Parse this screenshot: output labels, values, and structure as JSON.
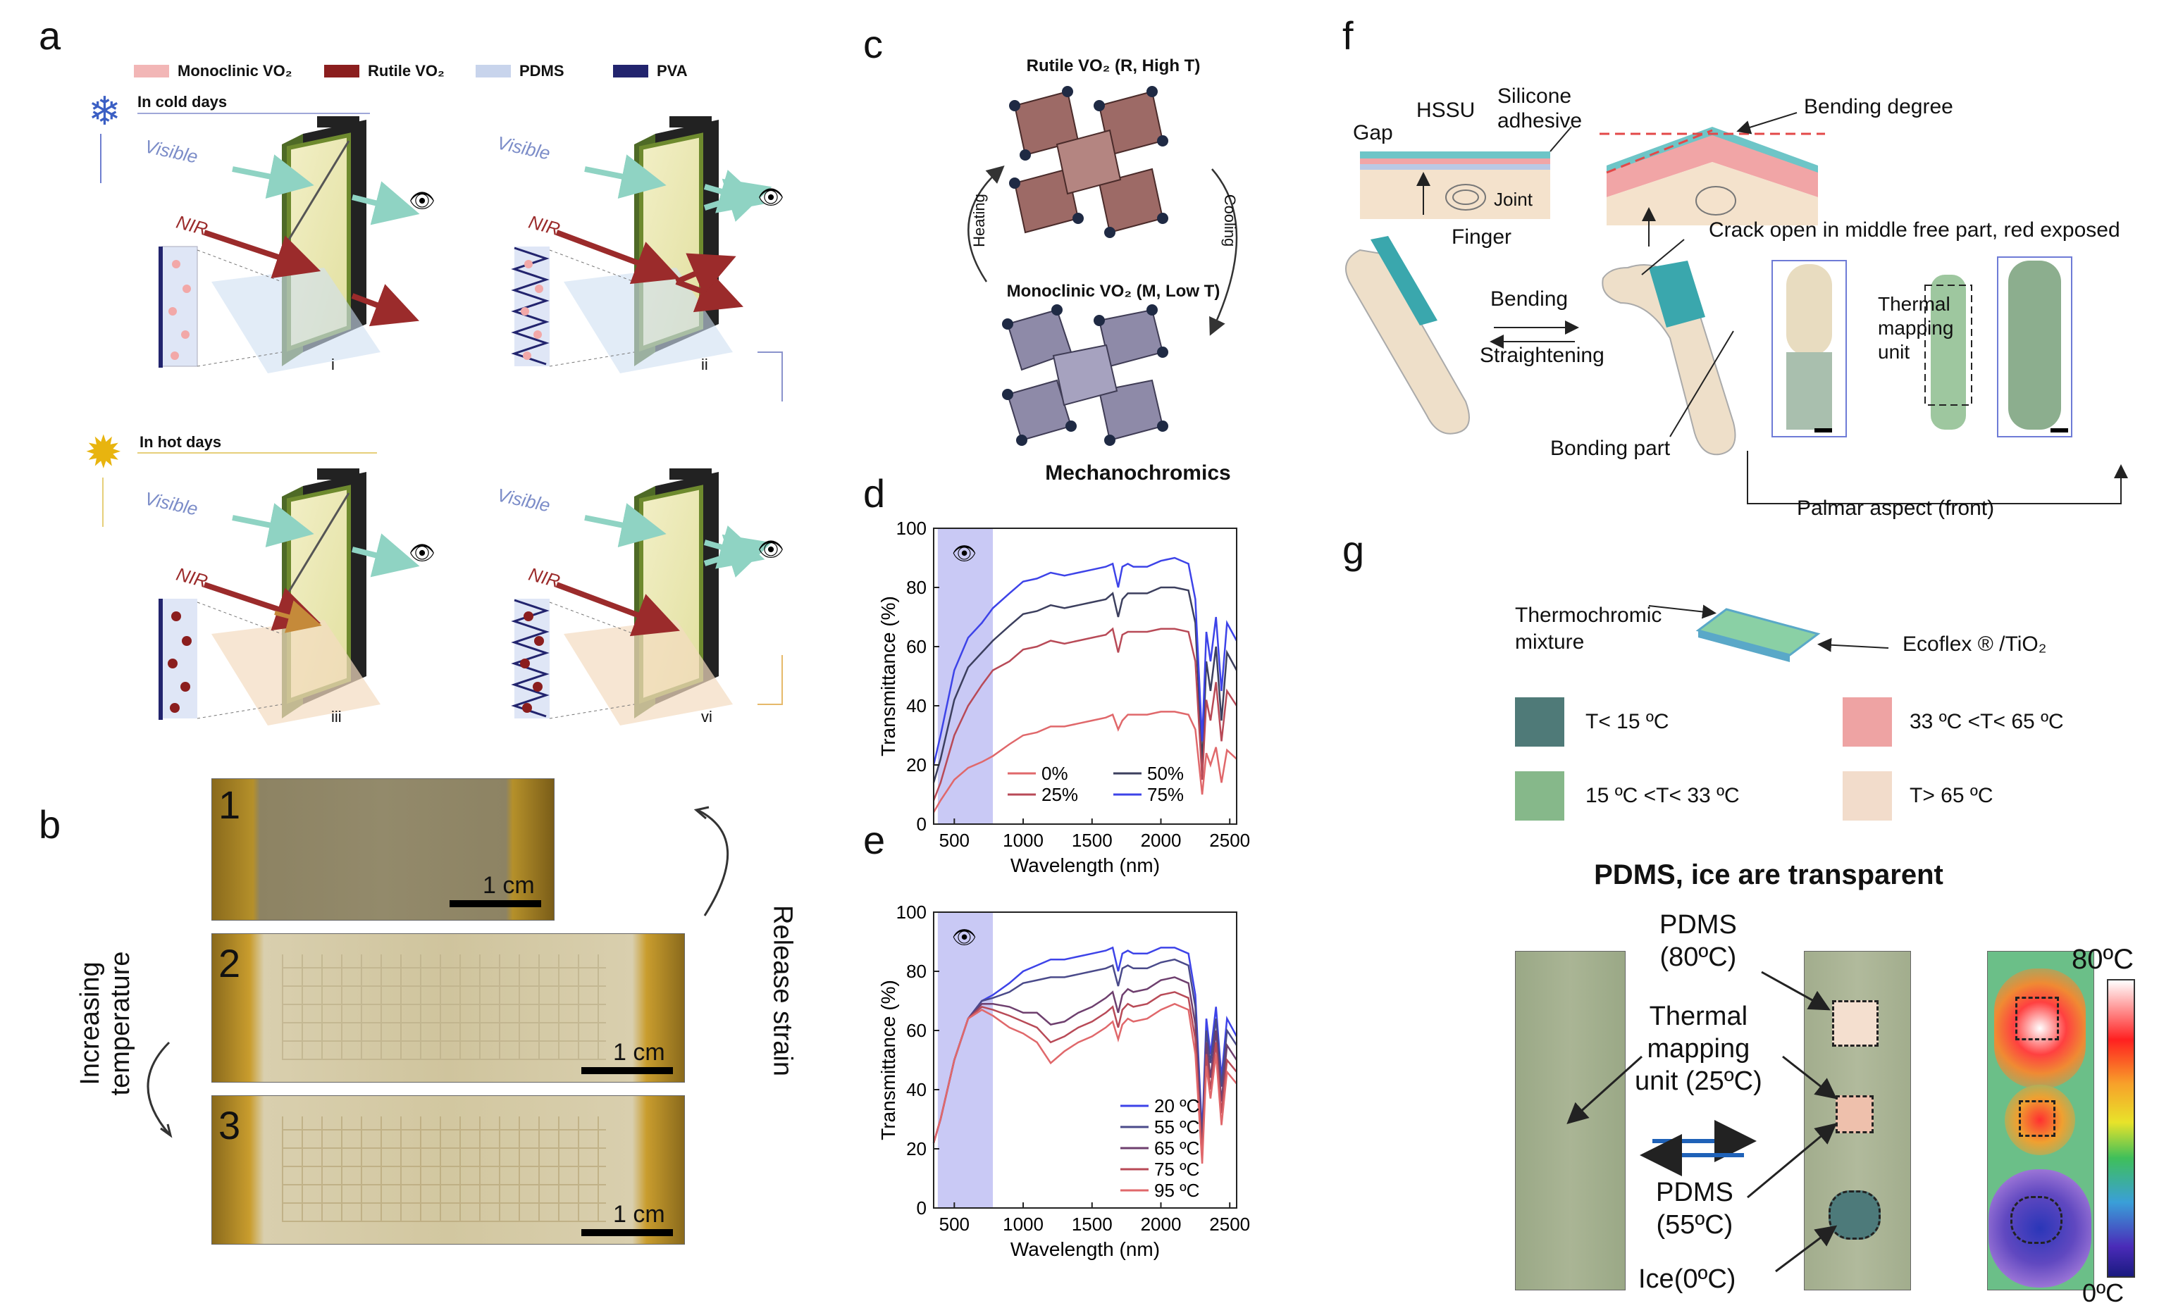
{
  "panels": {
    "a": "a",
    "b": "b",
    "c": "c",
    "d": "d",
    "e": "e",
    "f": "f",
    "g": "g"
  },
  "panel_a": {
    "legend": [
      "Monoclinic VO₂",
      "Rutile VO₂",
      "PDMS",
      "PVA"
    ],
    "legend_colors": [
      "#f2b6b6",
      "#8b1e1e",
      "#c8d4ec",
      "#22246e"
    ],
    "cold_label": "In cold days",
    "hot_label": "In hot days",
    "visible": "Visible",
    "nir": "NIR",
    "romans": [
      "i",
      "ii",
      "iii",
      "vi"
    ]
  },
  "panel_b": {
    "numbers": [
      "1",
      "2",
      "3"
    ],
    "scale": "1 cm",
    "left_label": "Increasing temperature",
    "right_label": "Release strain"
  },
  "panel_c": {
    "top_label": "Rutile VO₂ (R, High T)",
    "bottom_label": "Monoclinic VO₂ (M, Low T)",
    "heating": "Heating",
    "cooling": "Cooling",
    "caption": "Mechanochromics"
  },
  "chart_data": [
    {
      "type": "line",
      "panel": "d",
      "xlabel": "Wavelength (nm)",
      "ylabel": "Transmittance (%)",
      "xlim": [
        350,
        2550
      ],
      "ylim": [
        0,
        100
      ],
      "xticks": [
        500,
        1000,
        1500,
        2000,
        2500
      ],
      "yticks": [
        0,
        20,
        40,
        60,
        80,
        100
      ],
      "shaded_region": [
        380,
        780
      ],
      "legend_position": "bottom-left",
      "x": [
        350,
        400,
        500,
        600,
        700,
        780,
        900,
        1000,
        1100,
        1200,
        1300,
        1400,
        1500,
        1600,
        1650,
        1690,
        1720,
        1760,
        1800,
        1900,
        2000,
        2100,
        2200,
        2250,
        2300,
        2330,
        2360,
        2400,
        2440,
        2480,
        2550
      ],
      "series": [
        {
          "name": "0%",
          "color": "#e0686b",
          "values": [
            4,
            8,
            15,
            19,
            21,
            23,
            27,
            30,
            31,
            33,
            33,
            34,
            35,
            36,
            37,
            32,
            35,
            37,
            37,
            37,
            38,
            38,
            37,
            32,
            10,
            24,
            20,
            26,
            14,
            25,
            22
          ]
        },
        {
          "name": "25%",
          "color": "#b84a57",
          "values": [
            8,
            14,
            30,
            40,
            47,
            52,
            55,
            59,
            60,
            62,
            61,
            62,
            63,
            64,
            66,
            58,
            64,
            65,
            65,
            65,
            66,
            66,
            65,
            55,
            15,
            42,
            35,
            48,
            28,
            45,
            40
          ]
        },
        {
          "name": "50%",
          "color": "#3c3f5e",
          "values": [
            14,
            22,
            42,
            53,
            58,
            62,
            67,
            71,
            72,
            74,
            73,
            74,
            75,
            76,
            78,
            70,
            76,
            78,
            78,
            78,
            80,
            80,
            79,
            68,
            20,
            55,
            45,
            60,
            35,
            58,
            52
          ]
        },
        {
          "name": "75%",
          "color": "#3d43e8",
          "values": [
            20,
            30,
            52,
            63,
            68,
            73,
            78,
            82,
            83,
            85,
            84,
            85,
            86,
            87,
            88,
            80,
            87,
            88,
            87,
            87,
            89,
            90,
            88,
            76,
            28,
            65,
            55,
            70,
            45,
            68,
            62
          ]
        }
      ]
    },
    {
      "type": "line",
      "panel": "e",
      "xlabel": "Wavelength (nm)",
      "ylabel": "Transmittance (%)",
      "xlim": [
        350,
        2550
      ],
      "ylim": [
        0,
        100
      ],
      "xticks": [
        500,
        1000,
        1500,
        2000,
        2500
      ],
      "yticks": [
        0,
        20,
        40,
        60,
        80,
        100
      ],
      "shaded_region": [
        380,
        780
      ],
      "legend_position": "bottom-right",
      "x": [
        350,
        400,
        500,
        600,
        700,
        780,
        900,
        1000,
        1100,
        1200,
        1300,
        1400,
        1500,
        1600,
        1650,
        1690,
        1720,
        1760,
        1800,
        1900,
        2000,
        2100,
        2200,
        2250,
        2300,
        2330,
        2360,
        2400,
        2440,
        2480,
        2550
      ],
      "series": [
        {
          "name": "20 ºC",
          "color": "#3d43e8",
          "values": [
            22,
            30,
            50,
            64,
            70,
            72,
            76,
            80,
            82,
            84,
            84,
            85,
            86,
            87,
            88,
            80,
            86,
            87,
            86,
            86,
            88,
            88,
            86,
            72,
            25,
            64,
            52,
            68,
            44,
            64,
            58
          ]
        },
        {
          "name": "55 ºC",
          "color": "#4a4a8a",
          "values": [
            22,
            30,
            50,
            64,
            70,
            71,
            73,
            76,
            77,
            78,
            78,
            79,
            80,
            81,
            82,
            75,
            81,
            82,
            81,
            81,
            83,
            84,
            82,
            68,
            22,
            60,
            49,
            64,
            41,
            60,
            55
          ]
        },
        {
          "name": "65 ºC",
          "color": "#6e3f6e",
          "values": [
            22,
            30,
            50,
            64,
            69,
            69,
            68,
            66,
            66,
            62,
            63,
            66,
            68,
            71,
            73,
            66,
            72,
            74,
            73,
            74,
            77,
            78,
            76,
            62,
            19,
            56,
            44,
            60,
            36,
            55,
            50
          ]
        },
        {
          "name": "75 ºC",
          "color": "#b84a57",
          "values": [
            22,
            30,
            50,
            64,
            68,
            67,
            65,
            63,
            61,
            56,
            58,
            61,
            63,
            66,
            68,
            61,
            67,
            69,
            68,
            69,
            72,
            73,
            71,
            57,
            17,
            52,
            40,
            56,
            32,
            50,
            46
          ]
        },
        {
          "name": "95 ºC",
          "color": "#e0686b",
          "values": [
            22,
            30,
            50,
            64,
            67,
            65,
            61,
            59,
            56,
            49,
            53,
            56,
            58,
            61,
            63,
            57,
            62,
            64,
            63,
            64,
            67,
            69,
            67,
            52,
            15,
            48,
            37,
            52,
            28,
            46,
            42
          ]
        }
      ]
    }
  ],
  "panel_f": {
    "gap": "Gap",
    "hssu": "HSSU",
    "silicone": "Silicone",
    "adhesive": "adhesive",
    "joint": "Joint",
    "finger": "Finger",
    "bending_degree": "Bending degree",
    "bending": "Bending",
    "straightening": "Straightening",
    "crack": "Crack open in middle free part, red exposed",
    "thermal_mapping": [
      "Thermal",
      "mapping",
      "unit"
    ],
    "bonding_part": "Bonding part",
    "palmar": "Palmar aspect (front)"
  },
  "panel_g": {
    "thermochromic": [
      "Thermochromic",
      "mixture"
    ],
    "ecoflex": "Ecoflex ® /TiO₂",
    "swatches": [
      {
        "label": "T< 15 ºC",
        "color": "#4f7a78"
      },
      {
        "label": "33 ºC <T< 65 ºC",
        "color": "#eea3a3"
      },
      {
        "label": "15 ºC <T< 33 ºC",
        "color": "#86b88a"
      },
      {
        "label": "T> 65 ºC",
        "color": "#f2dccb"
      }
    ],
    "title": "PDMS, ice are transparent",
    "pdms80": [
      "PDMS",
      "(80ºC)"
    ],
    "tmu": [
      "Thermal",
      "mapping",
      "unit (25ºC)"
    ],
    "pdms55": [
      "PDMS",
      "(55ºC)"
    ],
    "ice": "Ice(0ºC)",
    "cb_top": "80ºC",
    "cb_bottom": "0ºC"
  }
}
